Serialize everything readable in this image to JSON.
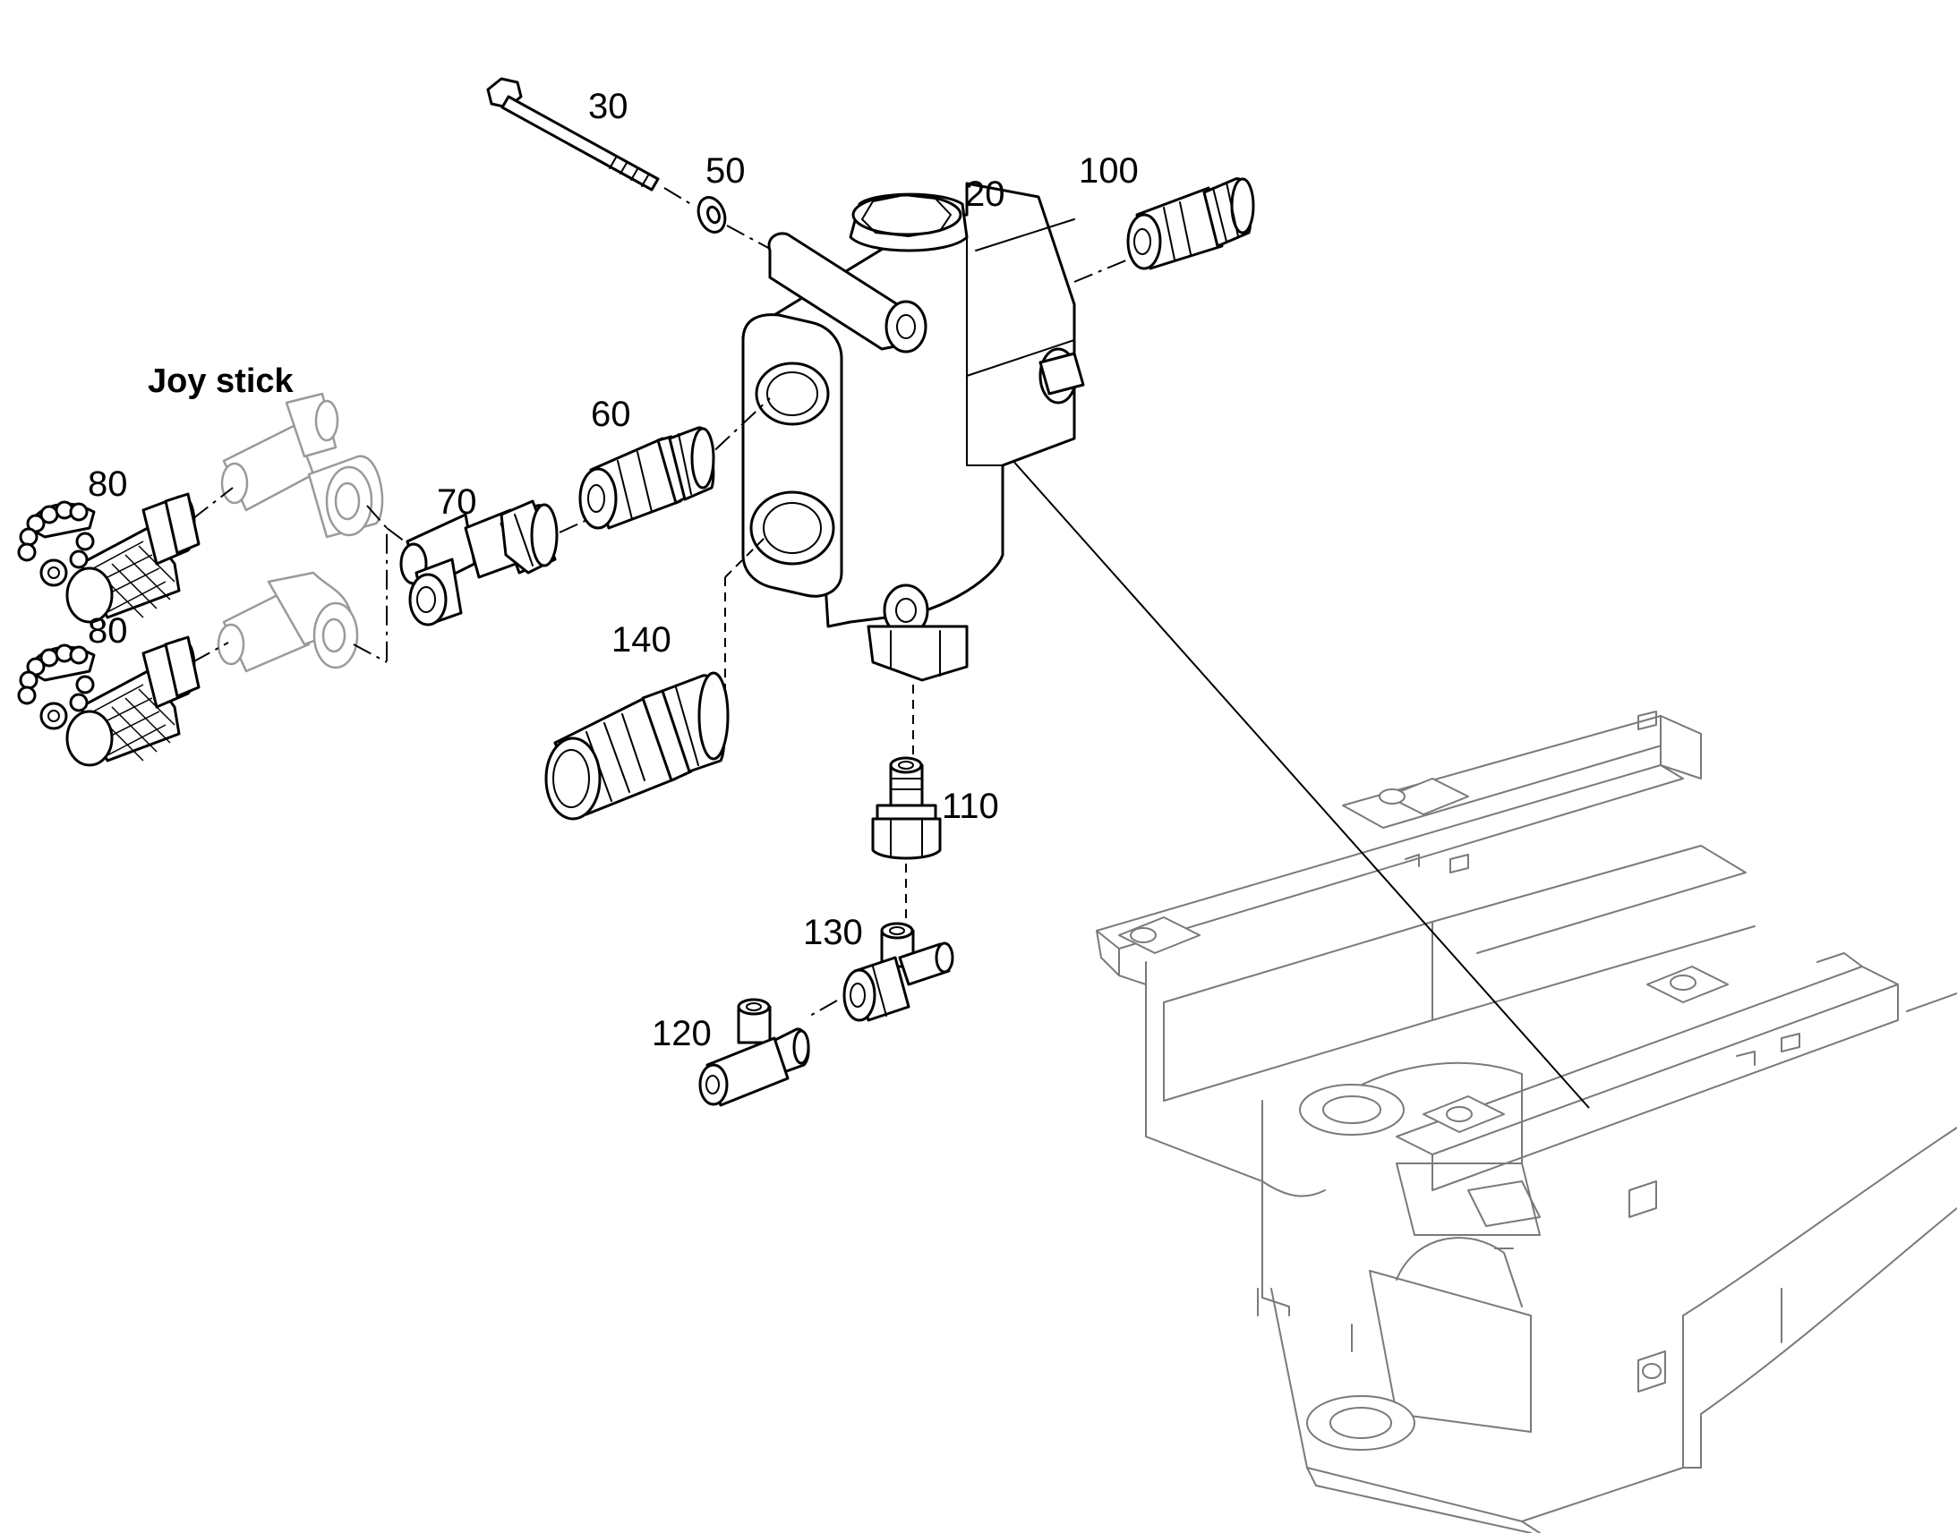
{
  "section_label": "Joy stick",
  "callouts": {
    "p20": "20",
    "p30": "30",
    "p50": "50",
    "p60": "60",
    "p70": "70",
    "p80a": "80",
    "p80b": "80",
    "p100": "100",
    "p110": "110",
    "p120": "120",
    "p130": "130",
    "p140": "140"
  },
  "colors": {
    "line": "#000000",
    "ghost": "#9a9a9a",
    "frame": "#7a7a7a",
    "background": "#ffffff"
  }
}
